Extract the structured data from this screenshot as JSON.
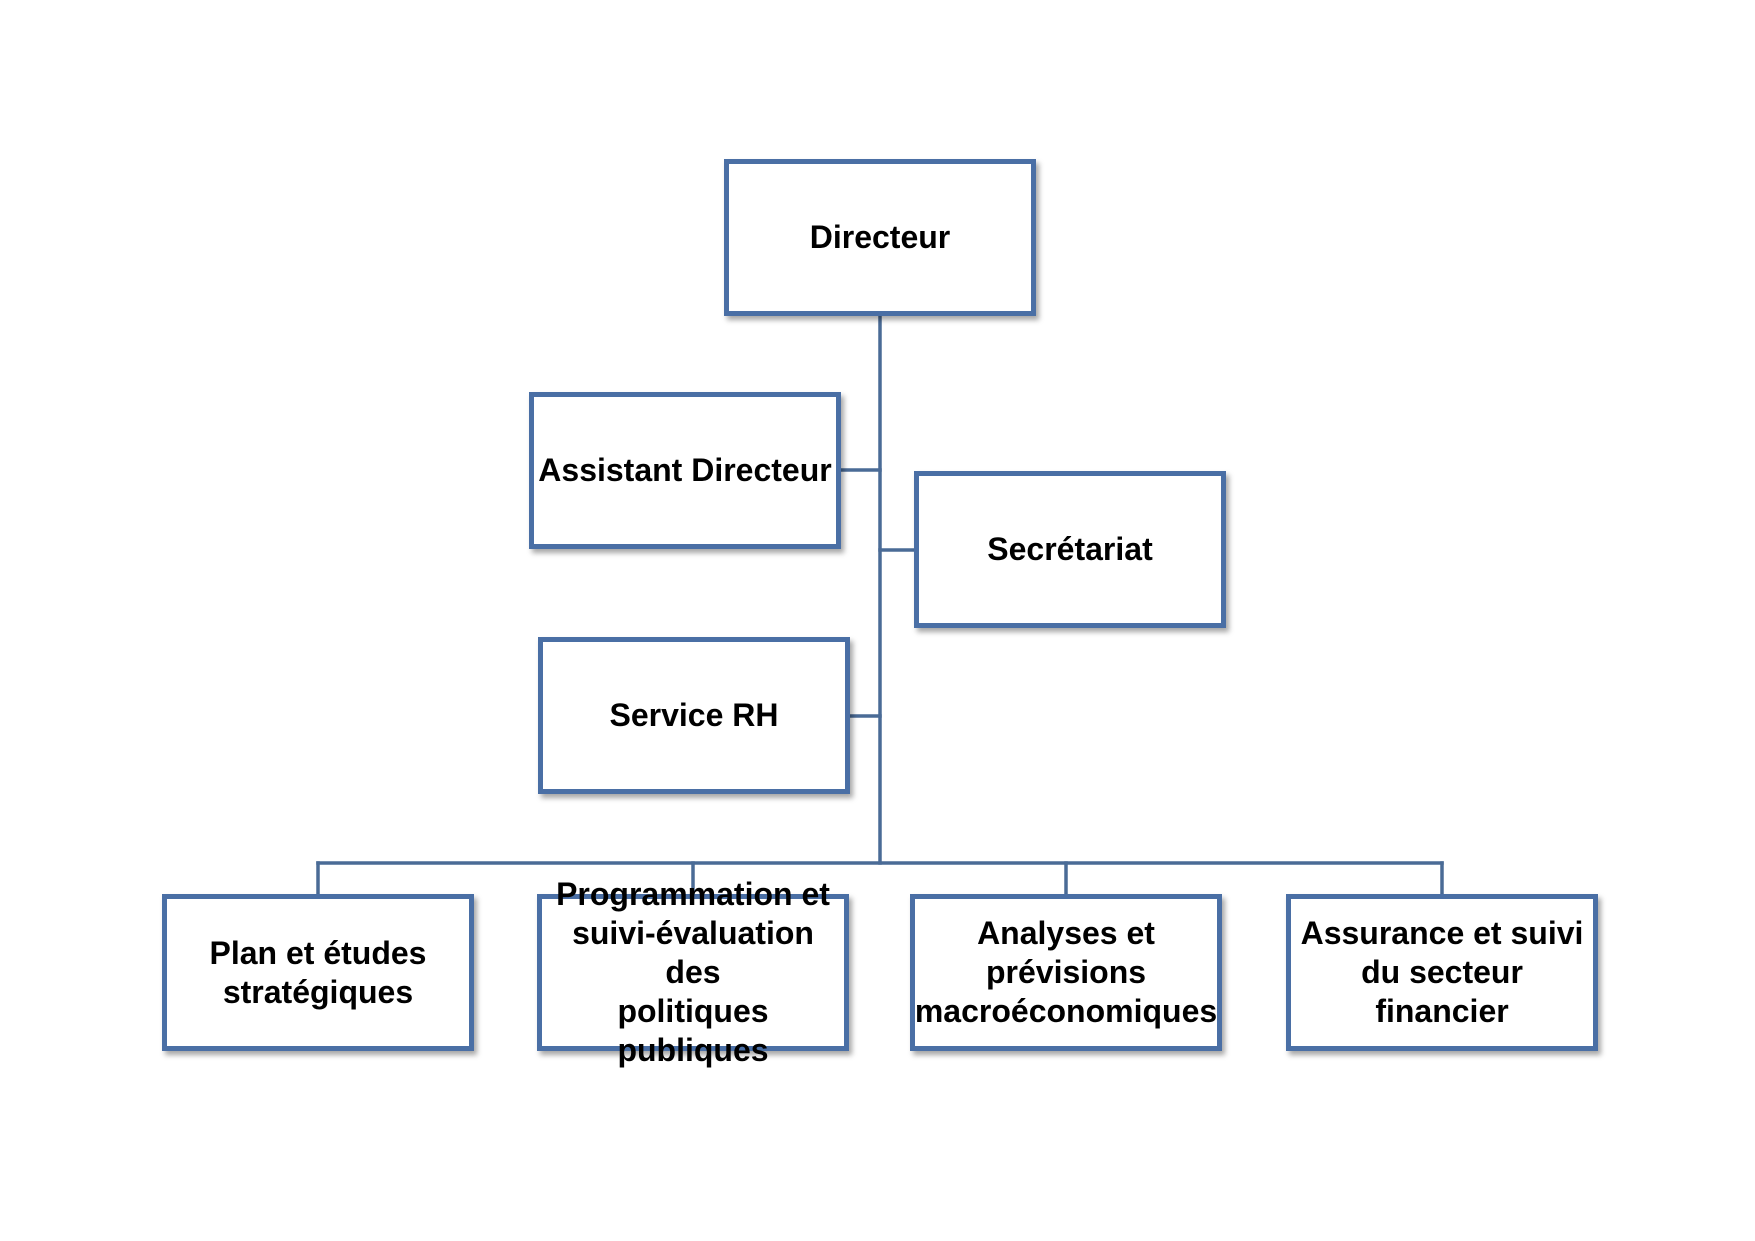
{
  "org_chart": {
    "root": {
      "label": "Directeur"
    },
    "staff": [
      {
        "label": "Assistant Directeur"
      },
      {
        "label": "Secrétariat"
      },
      {
        "label": "Service RH"
      }
    ],
    "divisions": [
      {
        "label": "Plan et études\nstratégiques"
      },
      {
        "label": "Programmation et\nsuivi-évaluation des\npolitiques publiques"
      },
      {
        "label": "Analyses et\nprévisions\nmacroéconomiques"
      },
      {
        "label": "Assurance et suivi\ndu secteur financier"
      }
    ],
    "colors": {
      "box_border": "#4a6fa5",
      "connector": "#4a6b96",
      "text": "#000000"
    }
  }
}
